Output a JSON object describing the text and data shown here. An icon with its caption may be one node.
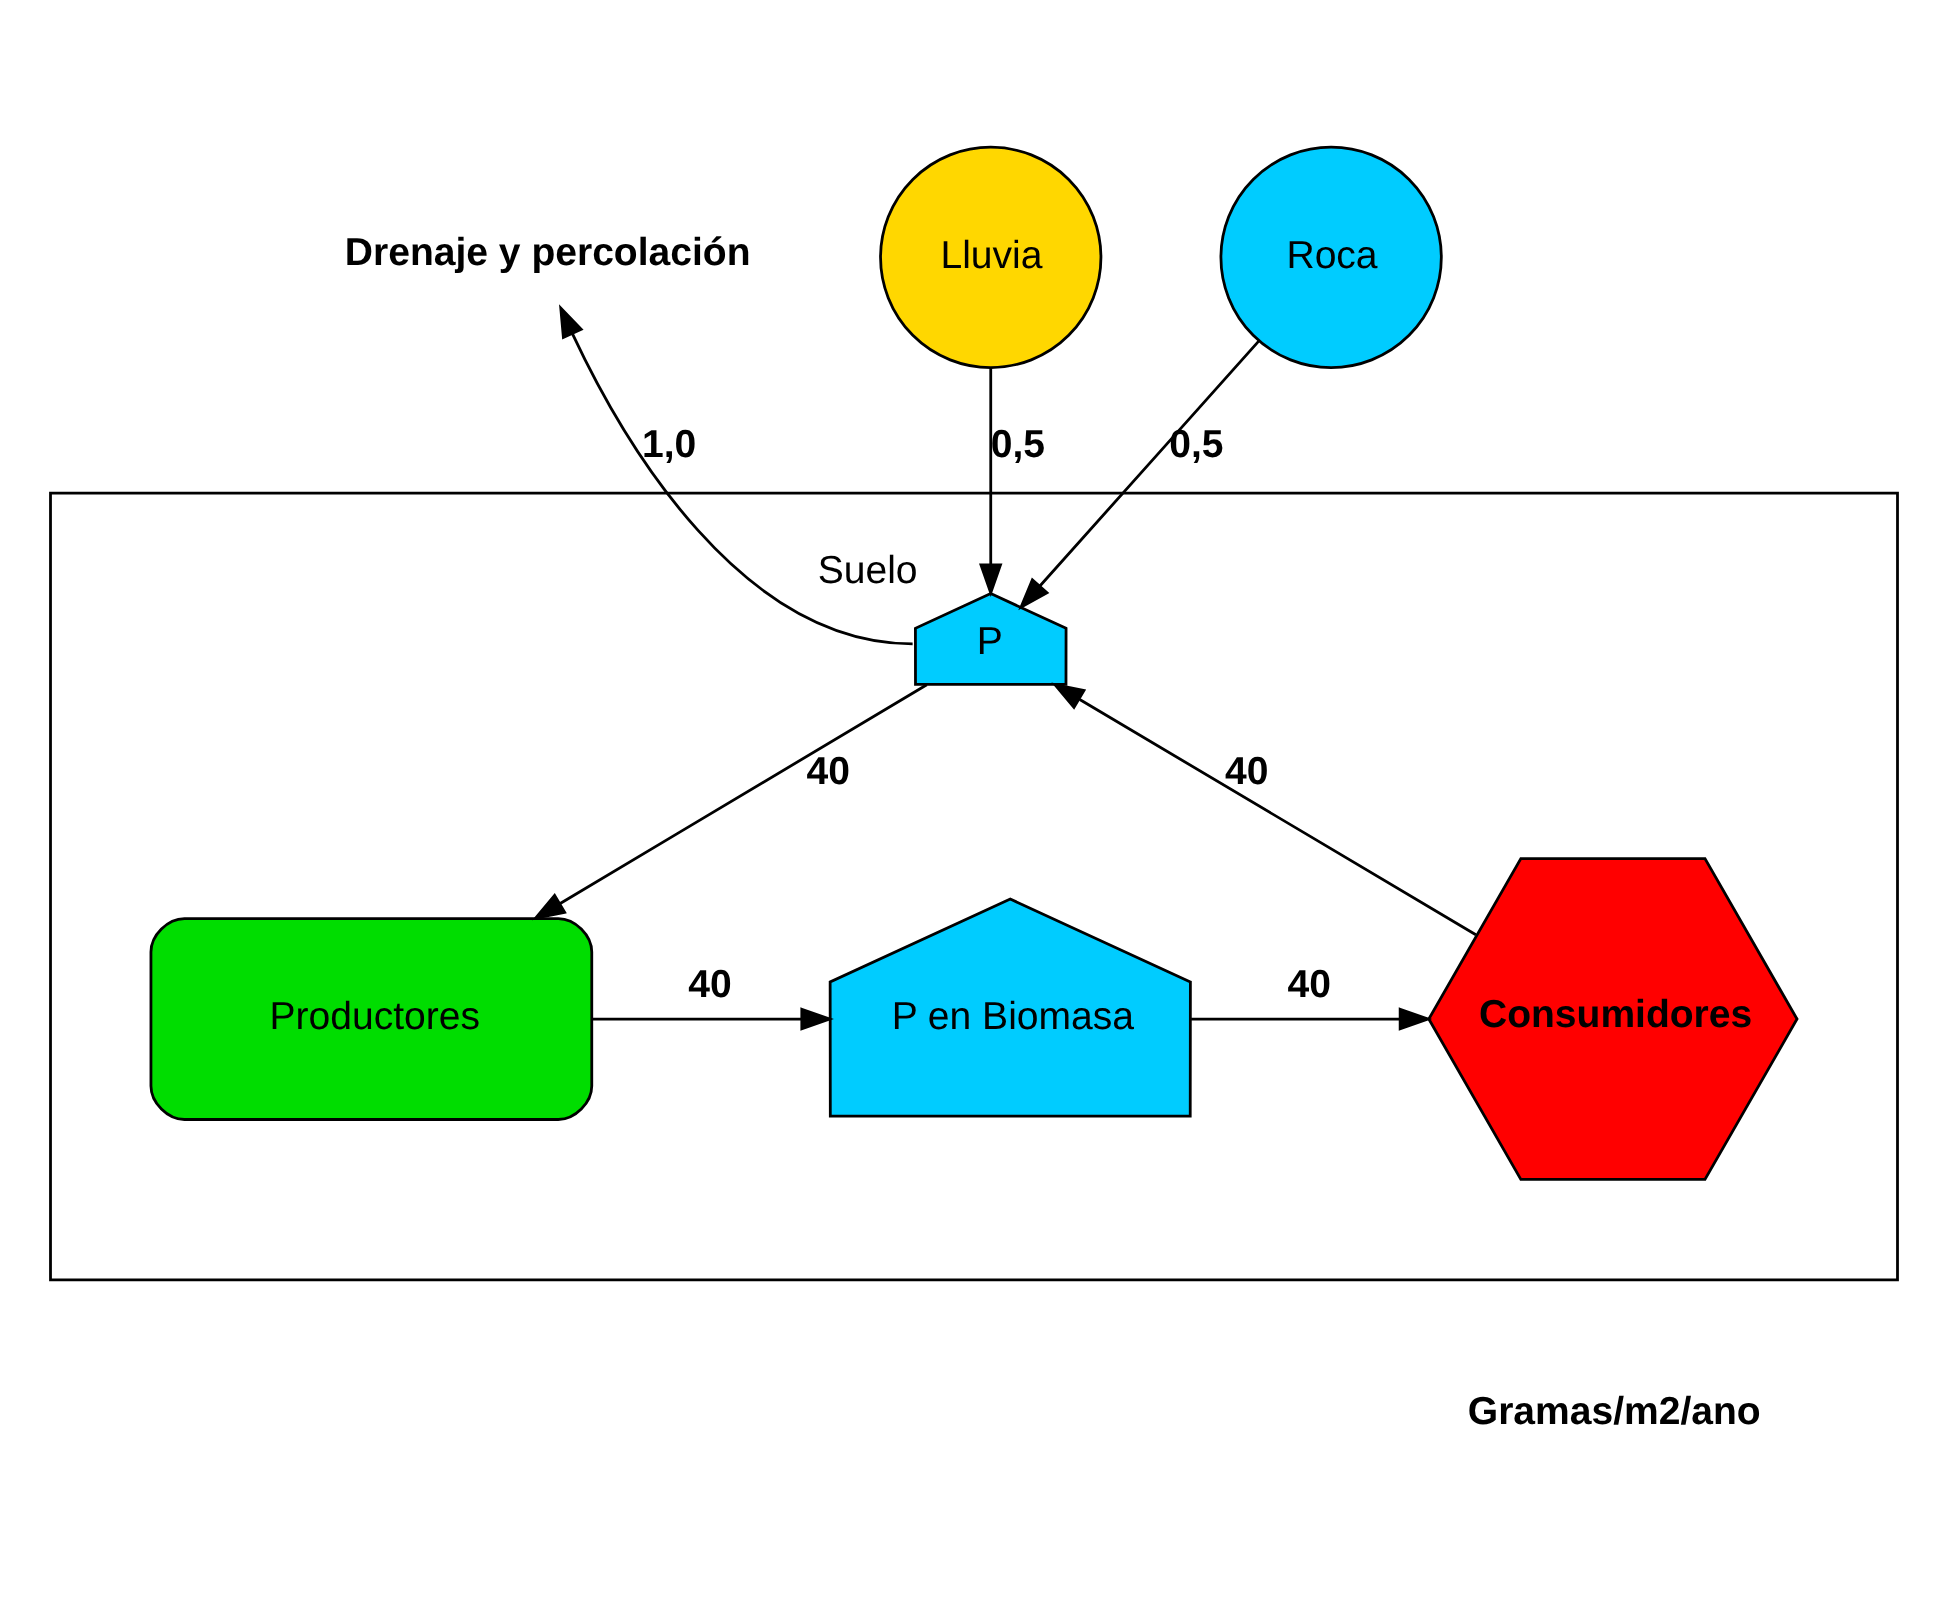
{
  "diagram": {
    "nodes": [
      {
        "text": [],
        "shape": "box"
      },
      {
        "text": [
          "Drenaje y percolación"
        ]
      },
      {
        "text": [
          "Lluvia"
        ]
      },
      {
        "text": [
          "Roca"
        ]
      },
      {
        "text": [
          "P"
        ],
        "beside": [
          "Suelo"
        ],
        "in": 0
      },
      {
        "text": [
          "Productores"
        ],
        "in": 0
      },
      {
        "text": [
          "P en Biomasa"
        ],
        "in": 0
      },
      {
        "text": [
          "Consumidores"
        ],
        "in": 0
      }
    ],
    "edges": [
      {
        "from": 4,
        "to": 1,
        "arrow": "to",
        "label": "1,0"
      },
      {
        "from": 2,
        "to": 4,
        "arrow": "to",
        "label": "0,5"
      },
      {
        "from": 3,
        "to": 4,
        "arrow": "to",
        "label": "0,5"
      },
      {
        "from": 7,
        "to": 4,
        "arrow": "to",
        "label": "40"
      },
      {
        "from": 4,
        "to": 5,
        "arrow": "to",
        "label": "40"
      },
      {
        "from": 5,
        "to": 6,
        "arrow": "to",
        "label": "40"
      },
      {
        "from": 6,
        "to": 7,
        "arrow": "to",
        "label": "40"
      }
    ],
    "labels": [
      "Gramas/m2/ano"
    ]
  }
}
